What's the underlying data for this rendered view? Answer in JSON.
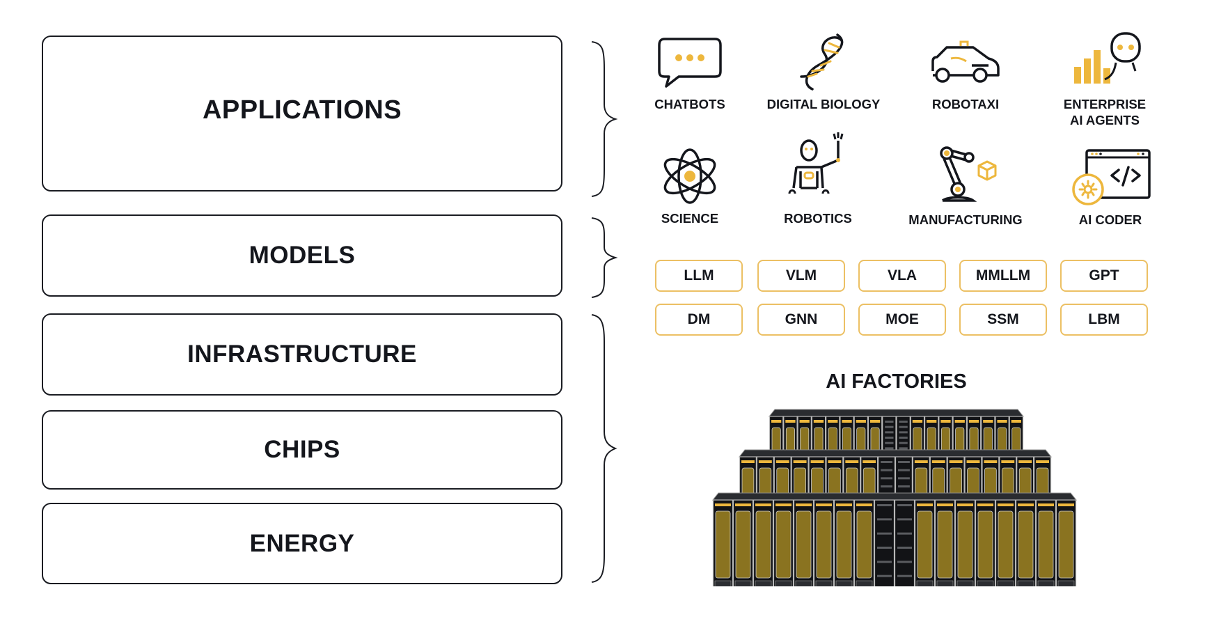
{
  "stack": {
    "layers": [
      {
        "id": "applications",
        "label": "APPLICATIONS"
      },
      {
        "id": "models",
        "label": "MODELS"
      },
      {
        "id": "infrastructure",
        "label": "INFRASTRUCTURE"
      },
      {
        "id": "chips",
        "label": "CHIPS"
      },
      {
        "id": "energy",
        "label": "ENERGY"
      }
    ]
  },
  "applications": {
    "items": [
      {
        "label": "CHATBOTS",
        "icon": "chat-bubble-icon"
      },
      {
        "label": "DIGITAL BIOLOGY",
        "icon": "dna-helix-icon"
      },
      {
        "label": "ROBOTAXI",
        "icon": "robotaxi-car-icon"
      },
      {
        "label": "ENTERPRISE\nAI AGENTS",
        "icon": "enterprise-agent-icon",
        "line1": "ENTERPRISE",
        "line2": "AI AGENTS"
      },
      {
        "label": "SCIENCE",
        "icon": "atom-icon"
      },
      {
        "label": "ROBOTICS",
        "icon": "humanoid-robot-icon"
      },
      {
        "label": "MANUFACTURING",
        "icon": "robot-arm-icon"
      },
      {
        "label": "AI CODER",
        "icon": "code-window-icon"
      }
    ]
  },
  "models": {
    "items": [
      "LLM",
      "VLM",
      "VLA",
      "MMLLM",
      "GPT",
      "DM",
      "GNN",
      "MOE",
      "SSM",
      "LBM"
    ]
  },
  "factories": {
    "title": "AI FACTORIES",
    "tiers": [
      {
        "racks": 18,
        "network_racks": [
          8,
          9
        ]
      },
      {
        "racks": 18,
        "network_racks": [
          8,
          9
        ]
      },
      {
        "racks": 18,
        "network_racks": [
          8,
          9
        ]
      }
    ]
  },
  "colors": {
    "accent": "#edb73d",
    "chip_border": "#ecc064",
    "ink": "#14161c",
    "background": "#ffffff"
  }
}
